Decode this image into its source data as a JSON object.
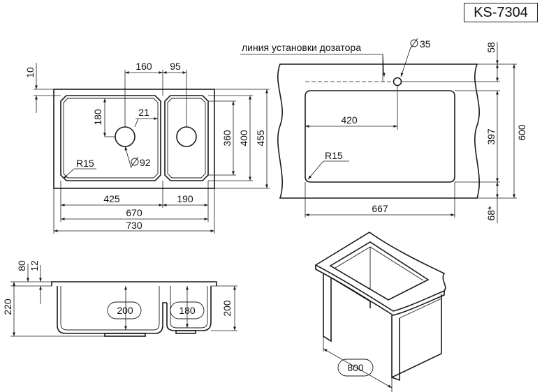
{
  "model": "KS-7304",
  "top_view": {
    "d_160": "160",
    "d_95": "95",
    "d_10": "10",
    "d_180": "180",
    "d_21": "21",
    "d_92": "92",
    "d_r15": "R15",
    "d_360": "360",
    "d_400": "400",
    "d_455": "455",
    "d_425": "425",
    "d_190": "190",
    "d_670": "670",
    "d_730": "730"
  },
  "cabinet_view": {
    "dispenser_line": "линия установки дозатора",
    "d_35": "35",
    "d_58": "58",
    "d_420": "420",
    "d_r15": "R15",
    "d_397": "397",
    "d_600": "600",
    "d_667": "667",
    "d_68": "68*"
  },
  "section_view": {
    "d_80": "80",
    "d_12": "12",
    "d_220": "220",
    "d_200_left": "200",
    "d_180": "180",
    "d_200_right": "200"
  },
  "iso_view": {
    "d_800": "800"
  }
}
